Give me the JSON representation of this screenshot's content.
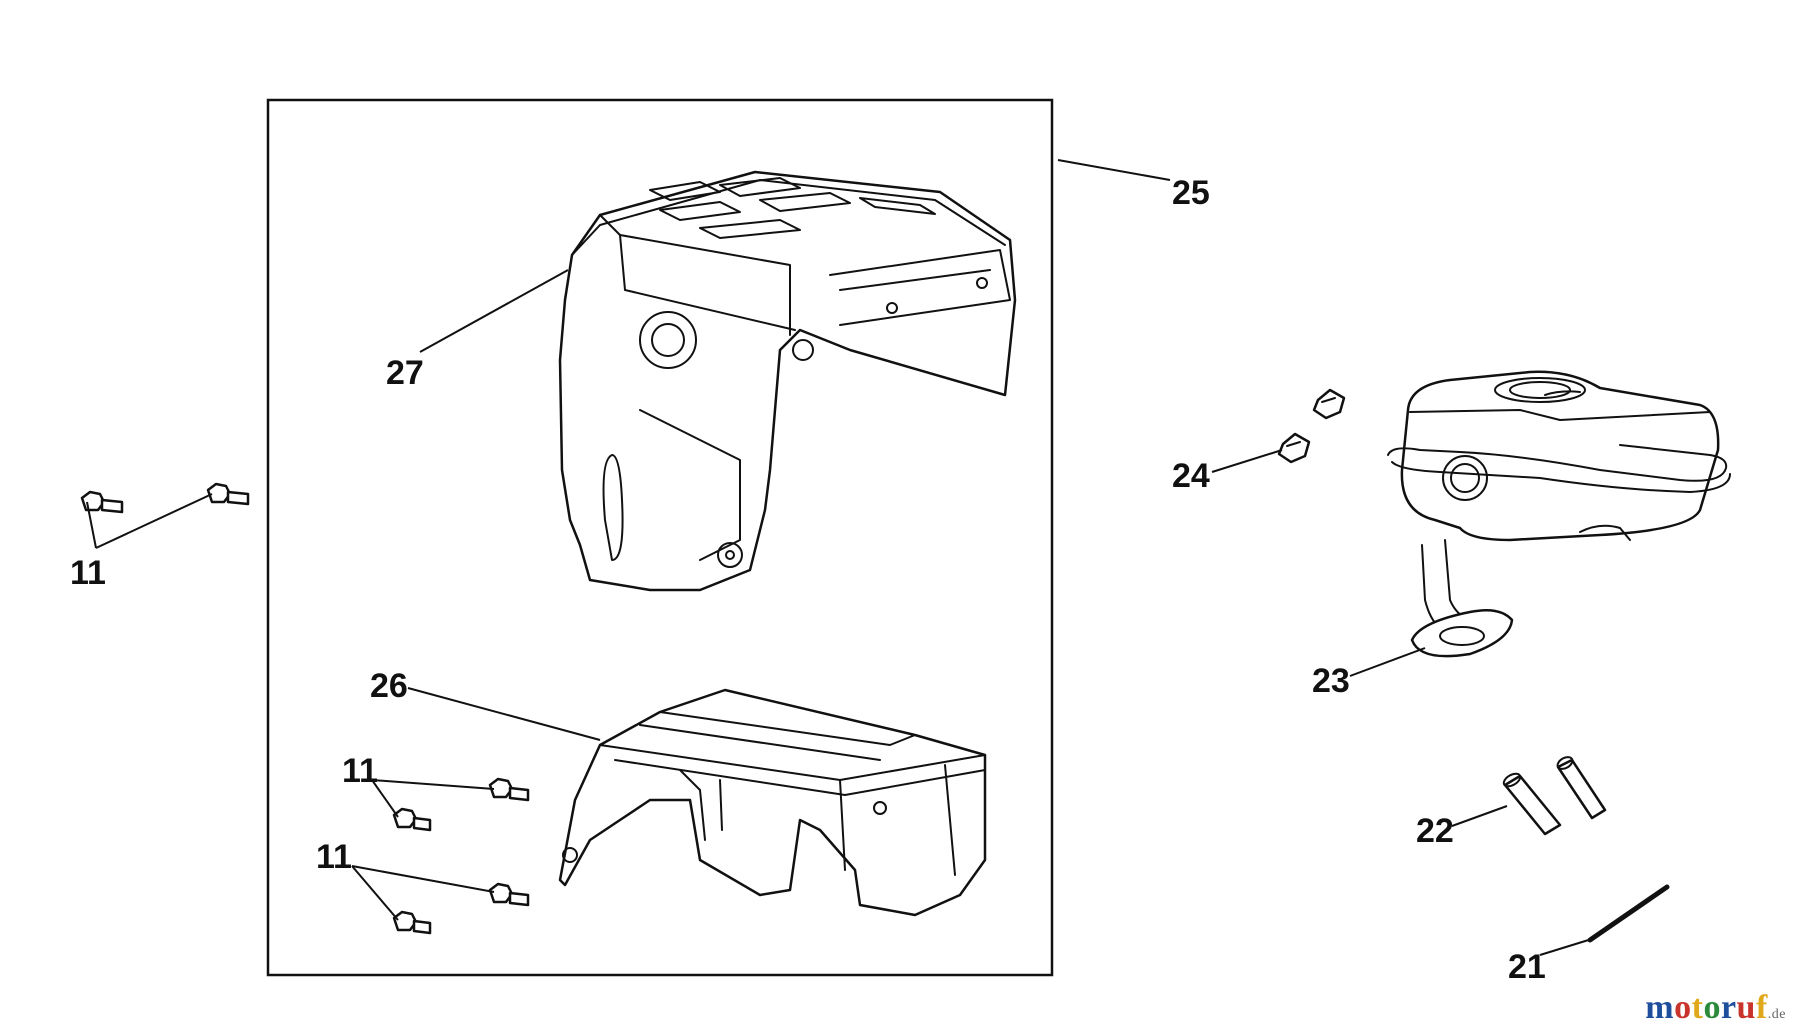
{
  "callouts": {
    "c25": "25",
    "c27": "27",
    "c11_left": "11",
    "c26": "26",
    "c11_mid_upper": "11",
    "c11_mid_lower": "11",
    "c24": "24",
    "c23": "23",
    "c22": "22",
    "c21": "21"
  },
  "watermark": {
    "letters": [
      "m",
      "o",
      "t",
      "o",
      "r",
      "u",
      "f"
    ],
    "letter_colors": [
      "#1f4e9c",
      "#c8332b",
      "#e0a81c",
      "#2a8a3a",
      "#1f4e9c",
      "#c8332b",
      "#e0a81c"
    ],
    "tld": ".de"
  },
  "colors": {
    "line": "#111111",
    "background": "#ffffff"
  }
}
